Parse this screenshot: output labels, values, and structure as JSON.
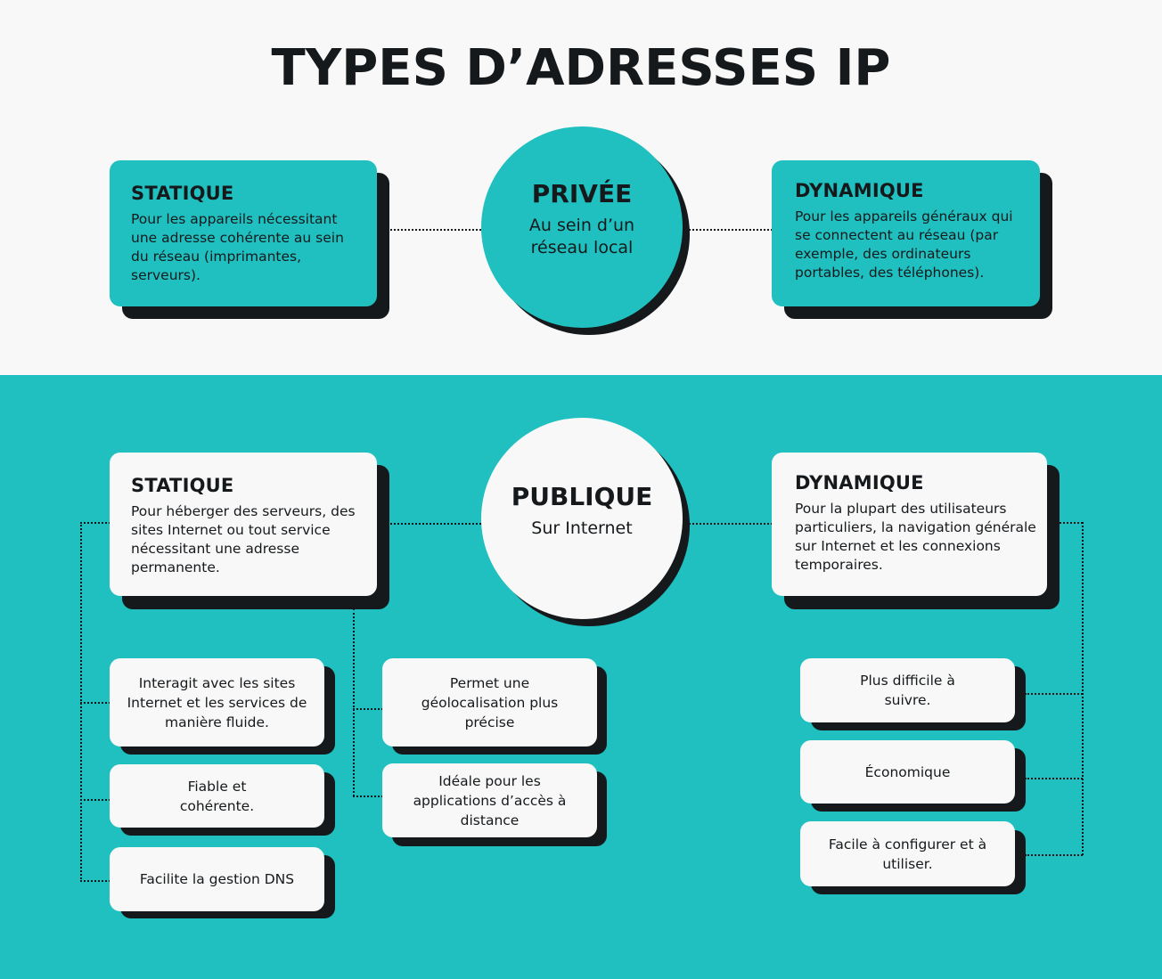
{
  "title": "TYPES D’ADRESSES IP",
  "colors": {
    "teal": "#1fc0bf",
    "dark": "#16191c",
    "light": "#f8f8f8"
  },
  "private": {
    "center": {
      "title": "PRIVÉE",
      "subtitle": "Au sein d’un réseau local"
    },
    "static": {
      "heading": "STATIQUE",
      "description": "Pour les appareils nécessitant une adresse cohérente au sein du réseau (imprimantes, serveurs)."
    },
    "dynamic": {
      "heading": "DYNAMIQUE",
      "description": "Pour les appareils généraux qui se connectent au réseau (par exemple, des ordinateurs portables, des téléphones)."
    }
  },
  "public": {
    "center": {
      "title": "PUBLIQUE",
      "subtitle": "Sur Internet"
    },
    "static": {
      "heading": "STATIQUE",
      "description": "Pour héberger des serveurs, des sites Internet ou tout service nécessitant une adresse permanente.",
      "features_left": [
        "Interagit avec les sites Internet et les services de manière fluide.",
        "Fiable et cohérente.",
        "Facilite la gestion DNS"
      ],
      "features_mid": [
        "Permet une géolocalisation plus précise",
        "Idéale pour les applications d’accès à distance"
      ]
    },
    "dynamic": {
      "heading": "DYNAMIQUE",
      "description": "Pour la plupart des utilisateurs particuliers, la navigation générale sur Internet et les connexions temporaires.",
      "features": [
        "Plus difficile à suivre.",
        "Économique",
        "Facile à configurer et à utiliser."
      ]
    }
  }
}
